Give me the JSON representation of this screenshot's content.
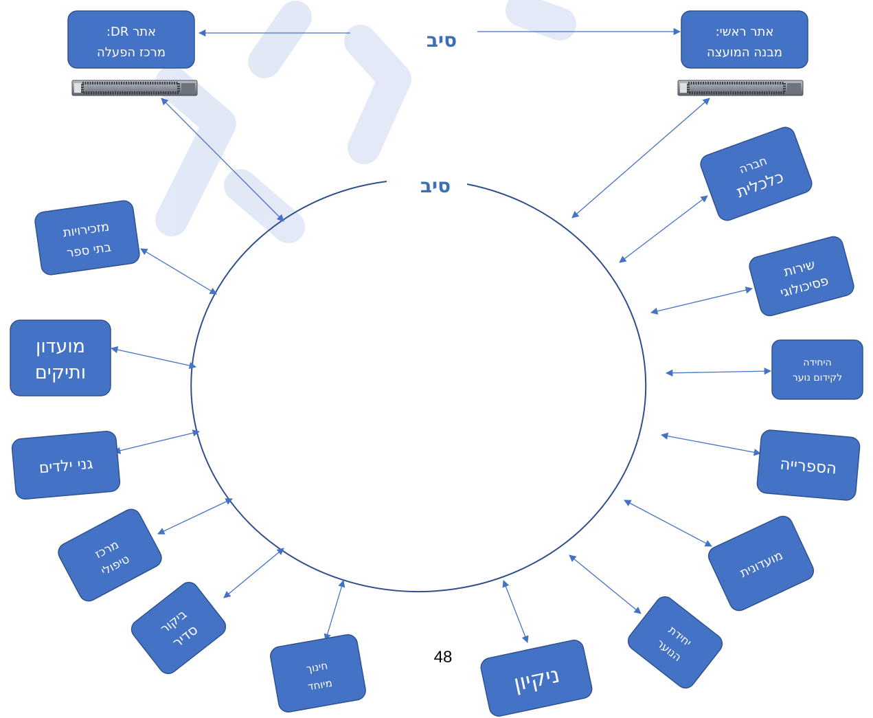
{
  "colors": {
    "box_fill": "#4472c4",
    "box_stroke": "#2f528f",
    "line": "#4472c4",
    "ring": "#2f4f8a",
    "fiber_text": "#3d6fb6",
    "watermark": "#d9e2f3"
  },
  "fiber_labels": {
    "top": "סיב",
    "ring": "סיב"
  },
  "sites": {
    "dr": {
      "line1": "אתר DR:",
      "line2": "מרכז הפעלה"
    },
    "main": {
      "line1": "אתר ראשי:",
      "line2": "מבנה המועצה"
    }
  },
  "nodes": {
    "economic_company": [
      "חברה",
      "כלכלית"
    ],
    "psych_service": [
      "שירות",
      "פסיכולוגי"
    ],
    "youth_advancement": [
      "היחידה",
      "לקידום נוער"
    ],
    "library": [
      "הספרייה"
    ],
    "clubhouse": [
      "מועדונית"
    ],
    "youth_unit": [
      "יחידת",
      "הנוער"
    ],
    "cleaning": [
      "ניקיון"
    ],
    "special_ed": [
      "חינוך",
      "מיוחד"
    ],
    "supervision": [
      "ביקור",
      "סדיר"
    ],
    "therapy_center": [
      "מרכז",
      "טיפולי"
    ],
    "kindergartens": [
      "גני ילדים"
    ],
    "club_archive": [
      "מועדון",
      "ותיקים"
    ],
    "school_secretariats": [
      "מזכירויות",
      "בתי ספר"
    ]
  },
  "page_number": "48",
  "icons": {
    "switch": "network-switch-icon"
  }
}
